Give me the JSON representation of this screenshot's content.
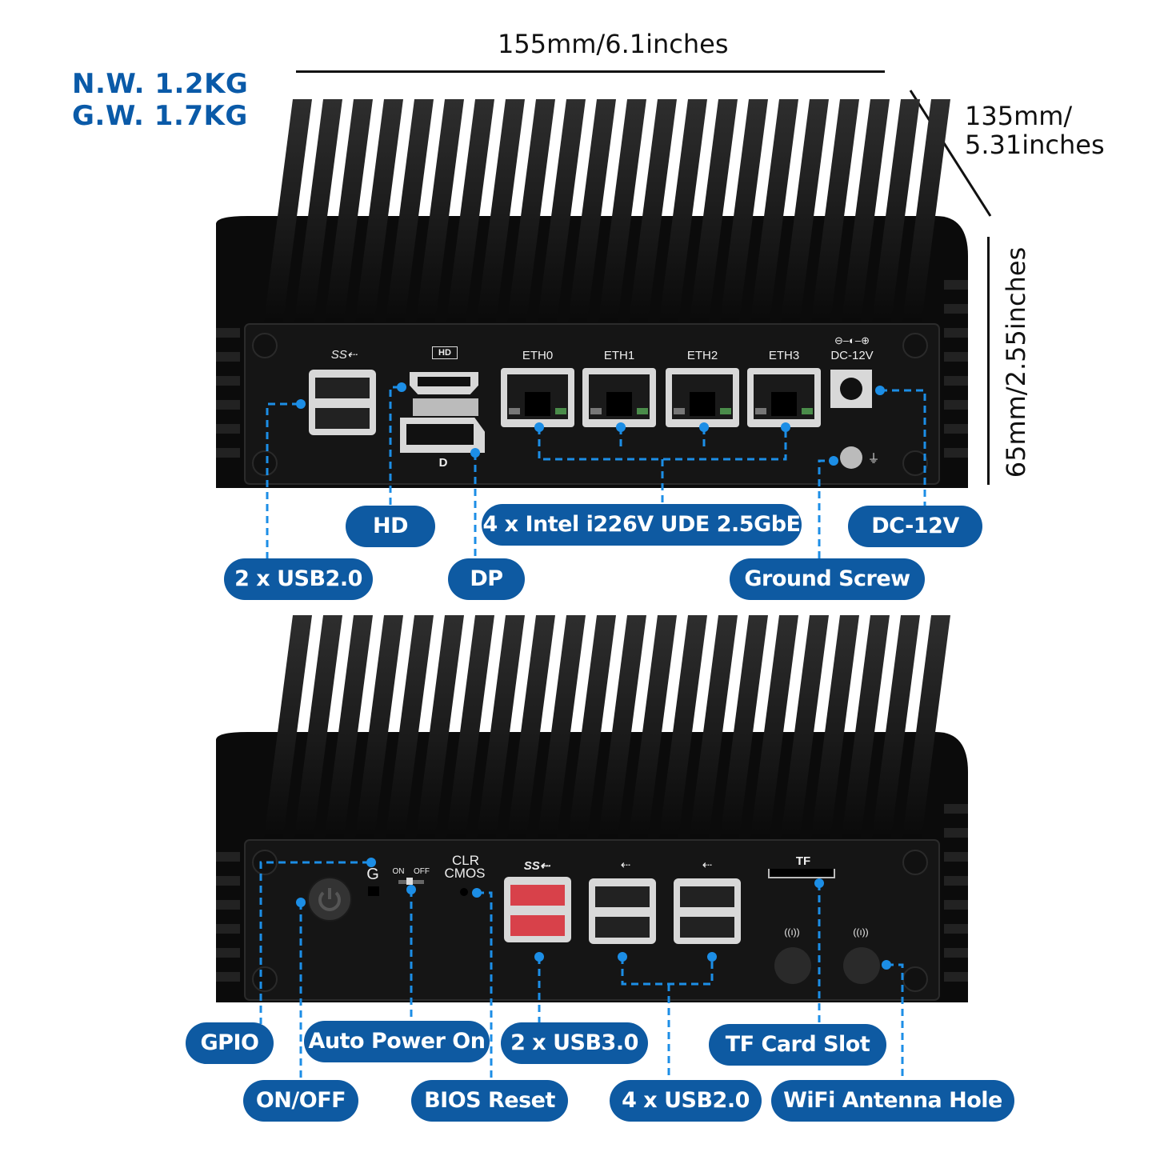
{
  "weights": {
    "net": "N.W. 1.2KG",
    "gross": "G.W. 1.7KG"
  },
  "dimensions": {
    "width": "155mm/6.1inches",
    "depth_line1": "135mm/",
    "depth_line2": "5.31inches",
    "height": "65mm/2.55inches"
  },
  "front_panel": {
    "port_labels": {
      "usb_logo": "SS⇠",
      "hd_logo": "HD",
      "dp_logo": "D",
      "eth": [
        "ETH0",
        "ETH1",
        "ETH2",
        "ETH3"
      ],
      "dc_polarity": "⊖–◐–⊕",
      "dc": "DC-12V",
      "ground_symbol": "⏚"
    },
    "callouts": {
      "hd": "HD",
      "ethernet": "4 x Intel i226V UDE 2.5GbE",
      "dc": "DC-12V",
      "usb": "2 x USB2.0",
      "dp": "DP",
      "ground": "Ground Screw"
    }
  },
  "rear_panel": {
    "port_labels": {
      "gpio_g": "G",
      "switch_on": "ON",
      "switch_off": "OFF",
      "clr": "CLR",
      "cmos": "CMOS",
      "usb3_logo": "SS⇠",
      "usb2_logo": "⇠",
      "tf": "TF",
      "wifi_symbol": "((ı))"
    },
    "callouts": {
      "gpio": "GPIO",
      "auto_power": "Auto Power On",
      "usb3": "2 x USB3.0",
      "tf": "TF Card Slot",
      "onoff": "ON/OFF",
      "bios": "BIOS Reset",
      "usb2": "4 x USB2.0",
      "wifi": "WiFi Antenna Hole"
    }
  },
  "colors": {
    "brand_blue": "#0e5aa2",
    "weight_blue": "#0a5aa8",
    "leader_blue": "#1c8ee6",
    "device_black": "#0b0b0b",
    "usb3_red": "#d8414a"
  }
}
